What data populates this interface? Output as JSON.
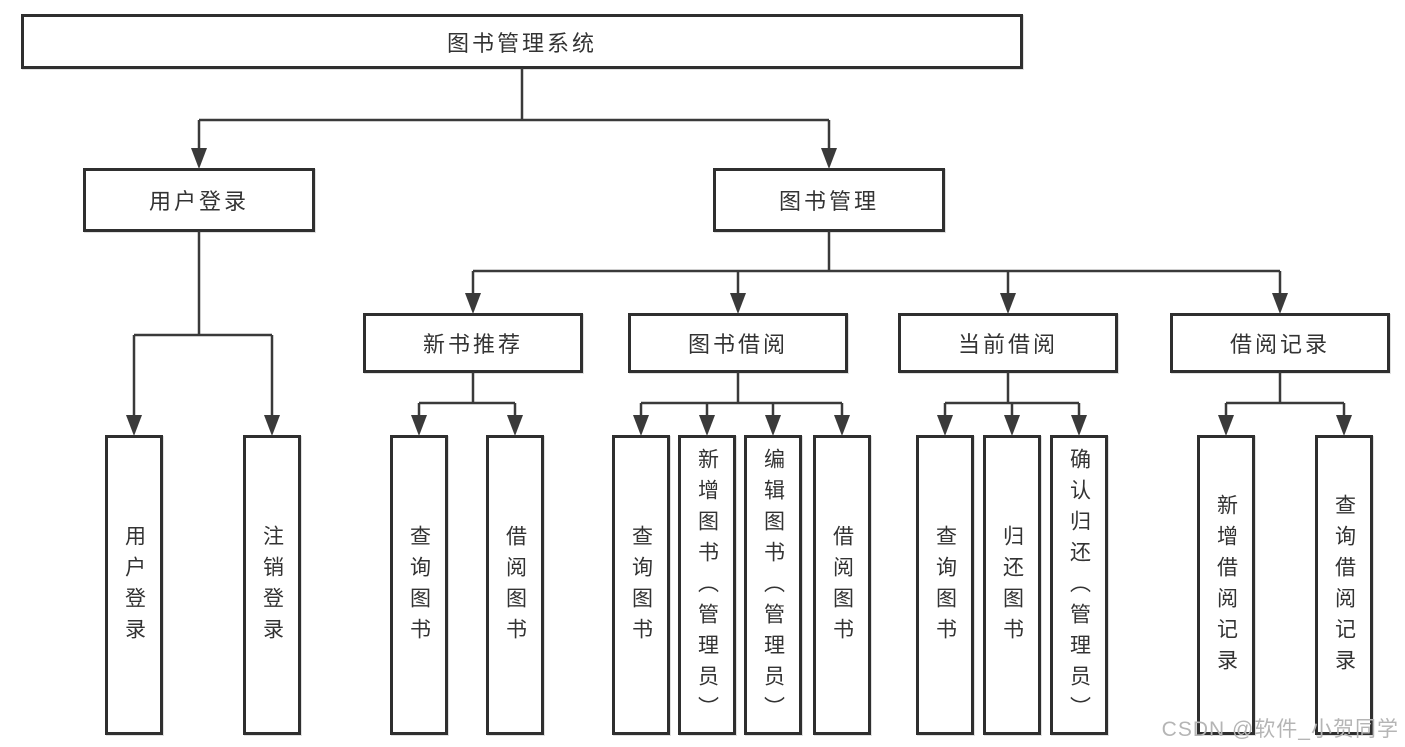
{
  "watermark": "CSDN @软件_小贺同学",
  "colors": {
    "line": "#3a3a3a",
    "border": "#2f2f2f",
    "text": "#333333",
    "watermark": "#b5b5b5"
  },
  "tree": {
    "label": "图书管理系统",
    "children": [
      {
        "label": "用户登录",
        "children": [
          {
            "label": "用户登录"
          },
          {
            "label": "注销登录"
          }
        ]
      },
      {
        "label": "图书管理",
        "children": [
          {
            "label": "新书推荐",
            "children": [
              {
                "label": "查询图书"
              },
              {
                "label": "借阅图书"
              }
            ]
          },
          {
            "label": "图书借阅",
            "children": [
              {
                "label": "查询图书"
              },
              {
                "label": "新增图书（管理员）"
              },
              {
                "label": "编辑图书（管理员）"
              },
              {
                "label": "借阅图书"
              }
            ]
          },
          {
            "label": "当前借阅",
            "children": [
              {
                "label": "查询图书"
              },
              {
                "label": "归还图书"
              },
              {
                "label": "确认归还（管理员）"
              }
            ]
          },
          {
            "label": "借阅记录",
            "children": [
              {
                "label": "新增借阅记录"
              },
              {
                "label": "查询借阅记录"
              }
            ]
          }
        ]
      }
    ]
  }
}
